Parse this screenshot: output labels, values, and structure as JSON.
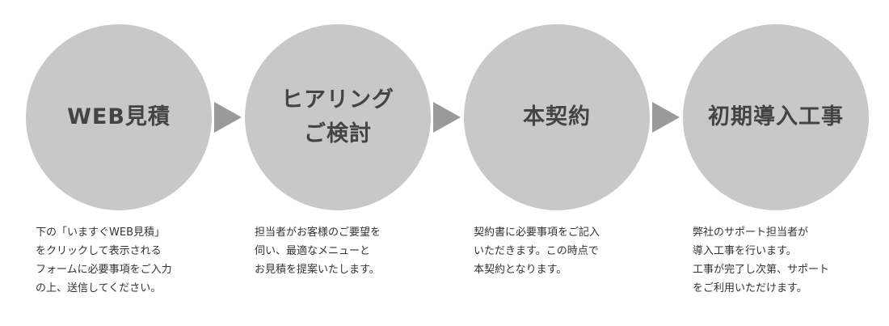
{
  "steps": [
    {
      "title": [
        "WEB見積"
      ],
      "description": [
        "下の「いますぐWEB見積」",
        "をクリックして表示される",
        "フォームに必要事項をご入力",
        "の上、送信してください。"
      ]
    },
    {
      "title": [
        "ヒアリング",
        "ご検討"
      ],
      "description": [
        "担当者がお客様のご要望を",
        "伺い、最適なメニューと",
        "お見積を提案いたします。"
      ]
    },
    {
      "title": [
        "本契約"
      ],
      "description": [
        "契約書に必要事項をご記入",
        "いただきます。この時点で",
        "本契約となります。"
      ]
    },
    {
      "title": [
        "初期導入工事"
      ],
      "description": [
        "弊社のサポート担当者が",
        "導入工事を行います。",
        "工事が完了し次第、サポート",
        "をご利用いただけます。"
      ]
    }
  ],
  "colors": {
    "circle": "#c8c8c8",
    "arrow": "#9a9a9a",
    "title_text": "#444444",
    "body_text": "#333333"
  }
}
